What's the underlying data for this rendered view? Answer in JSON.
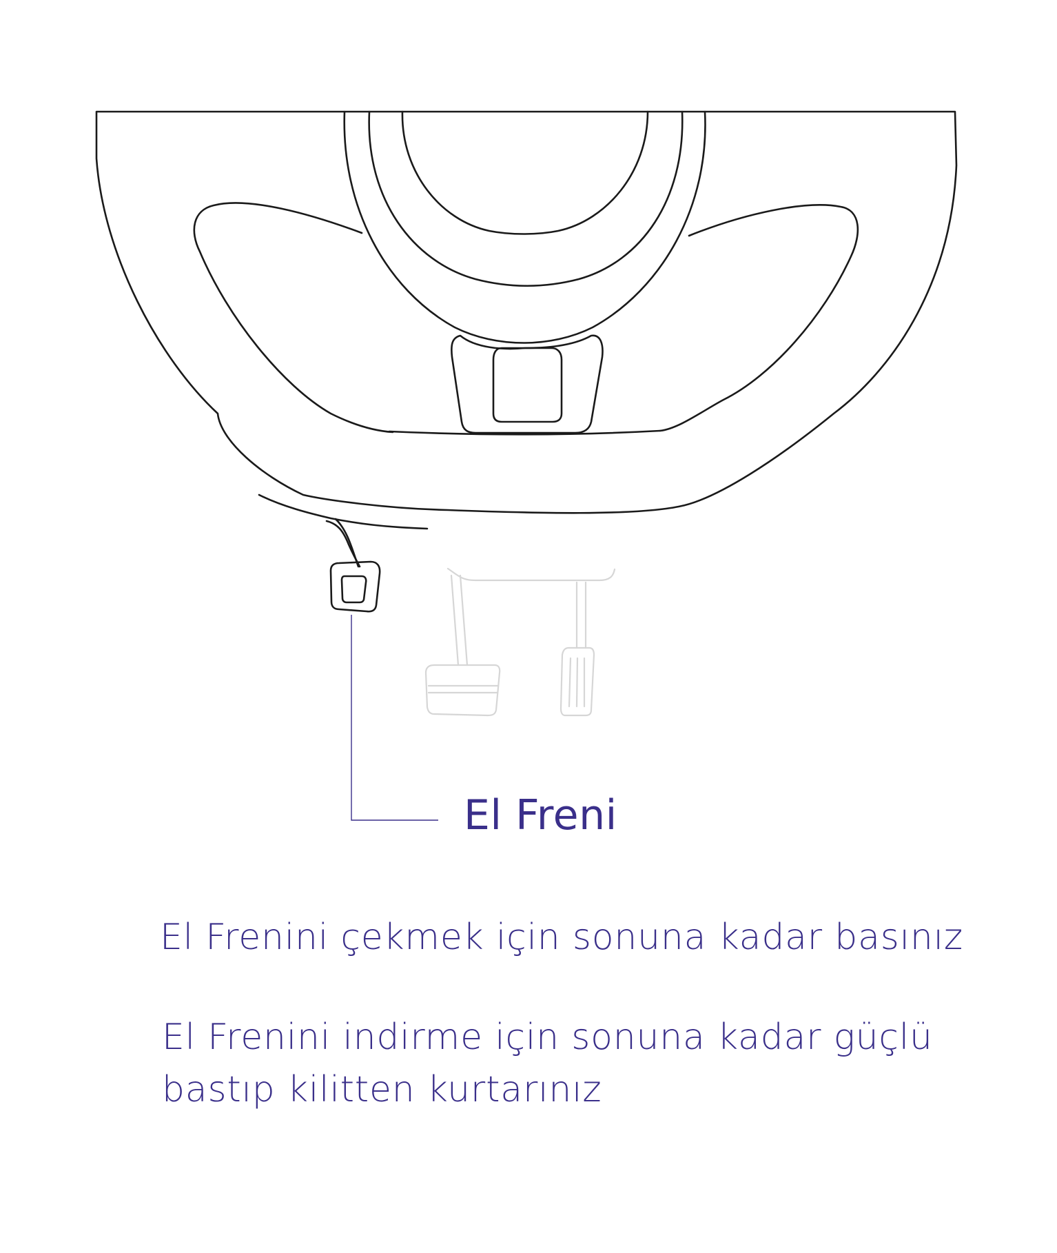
{
  "callout": {
    "title": "El Freni"
  },
  "instructions": {
    "engage": "El Frenini çekmek için sonuna kadar basınız",
    "release_line_1": "El Frenini indirme için sonuna kadar güçlü",
    "release_line_2": "bastıp kilitten kurtarınız"
  },
  "colors": {
    "accent": "#3a2f8a",
    "outline": "#1a1a1a",
    "faded": "#d6d6d6"
  }
}
